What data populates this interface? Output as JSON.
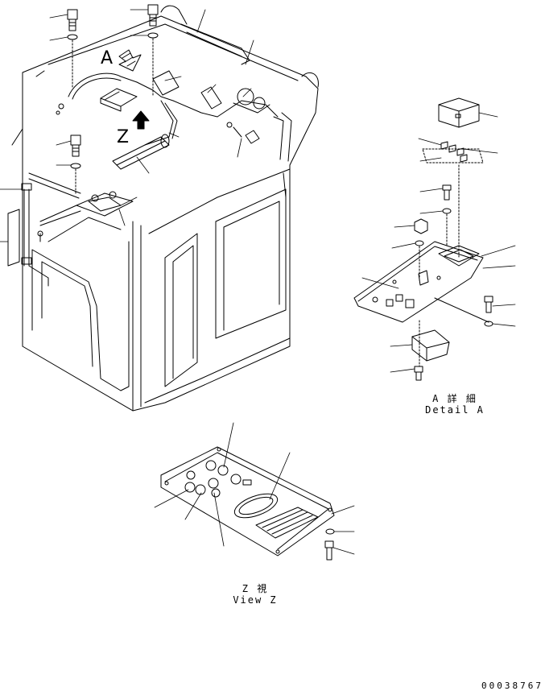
{
  "view_letters": {
    "a": "A",
    "z": "Z"
  },
  "detail_a": {
    "jp": "A 詳 細",
    "en": "Detail A"
  },
  "view_z": {
    "jp": "Z  視",
    "en": "View Z"
  },
  "doc_number": "00038767",
  "colors": {
    "ink": "#000000",
    "paper": "#ffffff"
  }
}
